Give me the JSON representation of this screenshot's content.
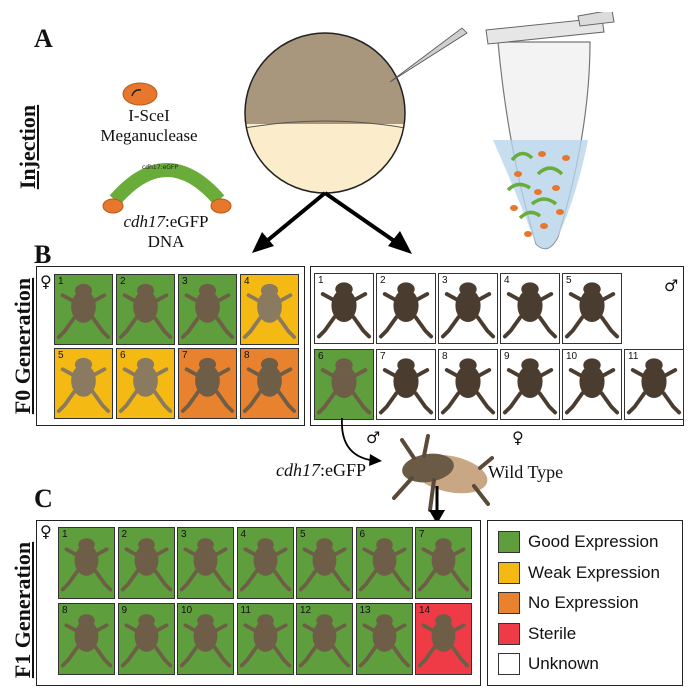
{
  "panels": {
    "a": "A",
    "b": "B",
    "c": "C"
  },
  "side_labels": {
    "injection": "Injection",
    "f0": "F0 Generation",
    "f1": "F1 Generation"
  },
  "injection": {
    "enzyme_line1": "I-SceI",
    "enzyme_line2": "Meganuclease",
    "plasmid_label": "cdh17:eGFP",
    "dna_italic": "cdh17",
    "dna_suffix": ":eGFP",
    "dna_line2": "DNA"
  },
  "symbols": {
    "female": "♀",
    "male": "♂"
  },
  "cross": {
    "left_italic": "cdh17",
    "left_suffix": ":eGFP",
    "right": "Wild Type"
  },
  "colors": {
    "good": "#5f9e3c",
    "weak": "#f5b914",
    "none": "#e9822f",
    "sterile": "#ee3b45",
    "unknown": "#ffffff"
  },
  "legend": [
    {
      "key": "good",
      "label": "Good Expression"
    },
    {
      "key": "weak",
      "label": "Weak Expression"
    },
    {
      "key": "none",
      "label": "No Expression"
    },
    {
      "key": "sterile",
      "label": "Sterile"
    },
    {
      "key": "unknown",
      "label": "Unknown"
    }
  ],
  "f0_female": [
    {
      "n": "1",
      "s": "good"
    },
    {
      "n": "2",
      "s": "good"
    },
    {
      "n": "3",
      "s": "good"
    },
    {
      "n": "4",
      "s": "weak"
    },
    {
      "n": "5",
      "s": "weak"
    },
    {
      "n": "6",
      "s": "weak"
    },
    {
      "n": "7",
      "s": "none"
    },
    {
      "n": "8",
      "s": "none"
    }
  ],
  "f0_male": [
    {
      "n": "1",
      "s": "unknown"
    },
    {
      "n": "2",
      "s": "unknown"
    },
    {
      "n": "3",
      "s": "unknown"
    },
    {
      "n": "4",
      "s": "unknown"
    },
    {
      "n": "5",
      "s": "unknown"
    },
    {
      "n": "6",
      "s": "good"
    },
    {
      "n": "7",
      "s": "unknown"
    },
    {
      "n": "8",
      "s": "unknown"
    },
    {
      "n": "9",
      "s": "unknown"
    },
    {
      "n": "10",
      "s": "unknown"
    },
    {
      "n": "11",
      "s": "unknown"
    }
  ],
  "f1_female": [
    {
      "n": "1",
      "s": "good"
    },
    {
      "n": "2",
      "s": "good"
    },
    {
      "n": "3",
      "s": "good"
    },
    {
      "n": "4",
      "s": "good"
    },
    {
      "n": "5",
      "s": "good"
    },
    {
      "n": "6",
      "s": "good"
    },
    {
      "n": "7",
      "s": "good"
    },
    {
      "n": "8",
      "s": "good"
    },
    {
      "n": "9",
      "s": "good"
    },
    {
      "n": "10",
      "s": "good"
    },
    {
      "n": "11",
      "s": "good"
    },
    {
      "n": "12",
      "s": "good"
    },
    {
      "n": "13",
      "s": "good"
    },
    {
      "n": "14",
      "s": "sterile"
    }
  ]
}
